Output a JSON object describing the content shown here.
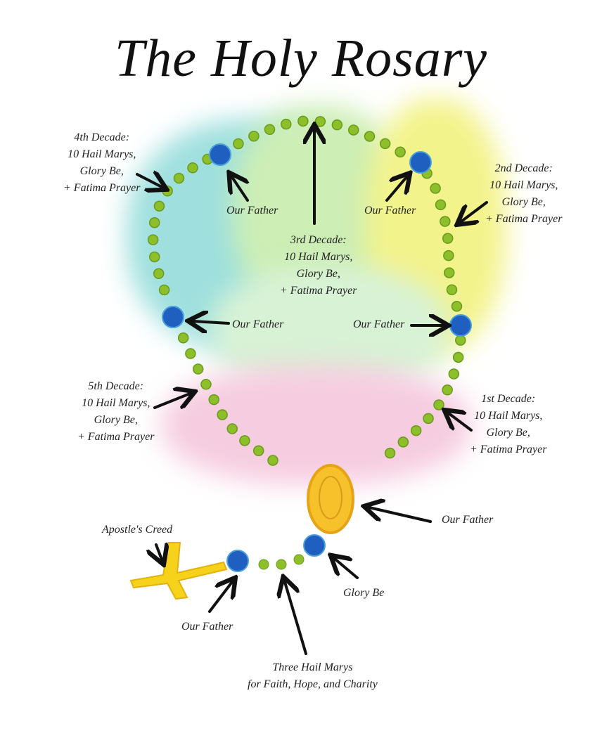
{
  "title": "The Holy Rosary",
  "labels": {
    "decade4": [
      "4th Decade:",
      "10 Hail Marys,",
      "Glory Be,",
      "+ Fatima Prayer"
    ],
    "decade3": [
      "3rd Decade:",
      "10 Hail Marys,",
      "Glory Be,",
      "+ Fatima Prayer"
    ],
    "decade2": [
      "2nd Decade:",
      "10 Hail Marys,",
      "Glory Be,",
      "+ Fatima Prayer"
    ],
    "decade5": [
      "5th Decade:",
      "10 Hail Marys,",
      "Glory Be,",
      "+ Fatima Prayer"
    ],
    "decade1": [
      "1st Decade:",
      "10 Hail Marys,",
      "Glory Be,",
      "+ Fatima Prayer"
    ],
    "our_father": "Our Father",
    "apostles_creed": "Apostle's Creed",
    "glory_be": "Glory Be",
    "three_hail_marys": [
      "Three Hail Marys",
      "for Faith, Hope, and Charity"
    ]
  },
  "colors": {
    "small_bead": "#8cbf2a",
    "large_bead": "#1f5fc0",
    "medal": "#f6c12a",
    "cross": "#f7d21a"
  }
}
